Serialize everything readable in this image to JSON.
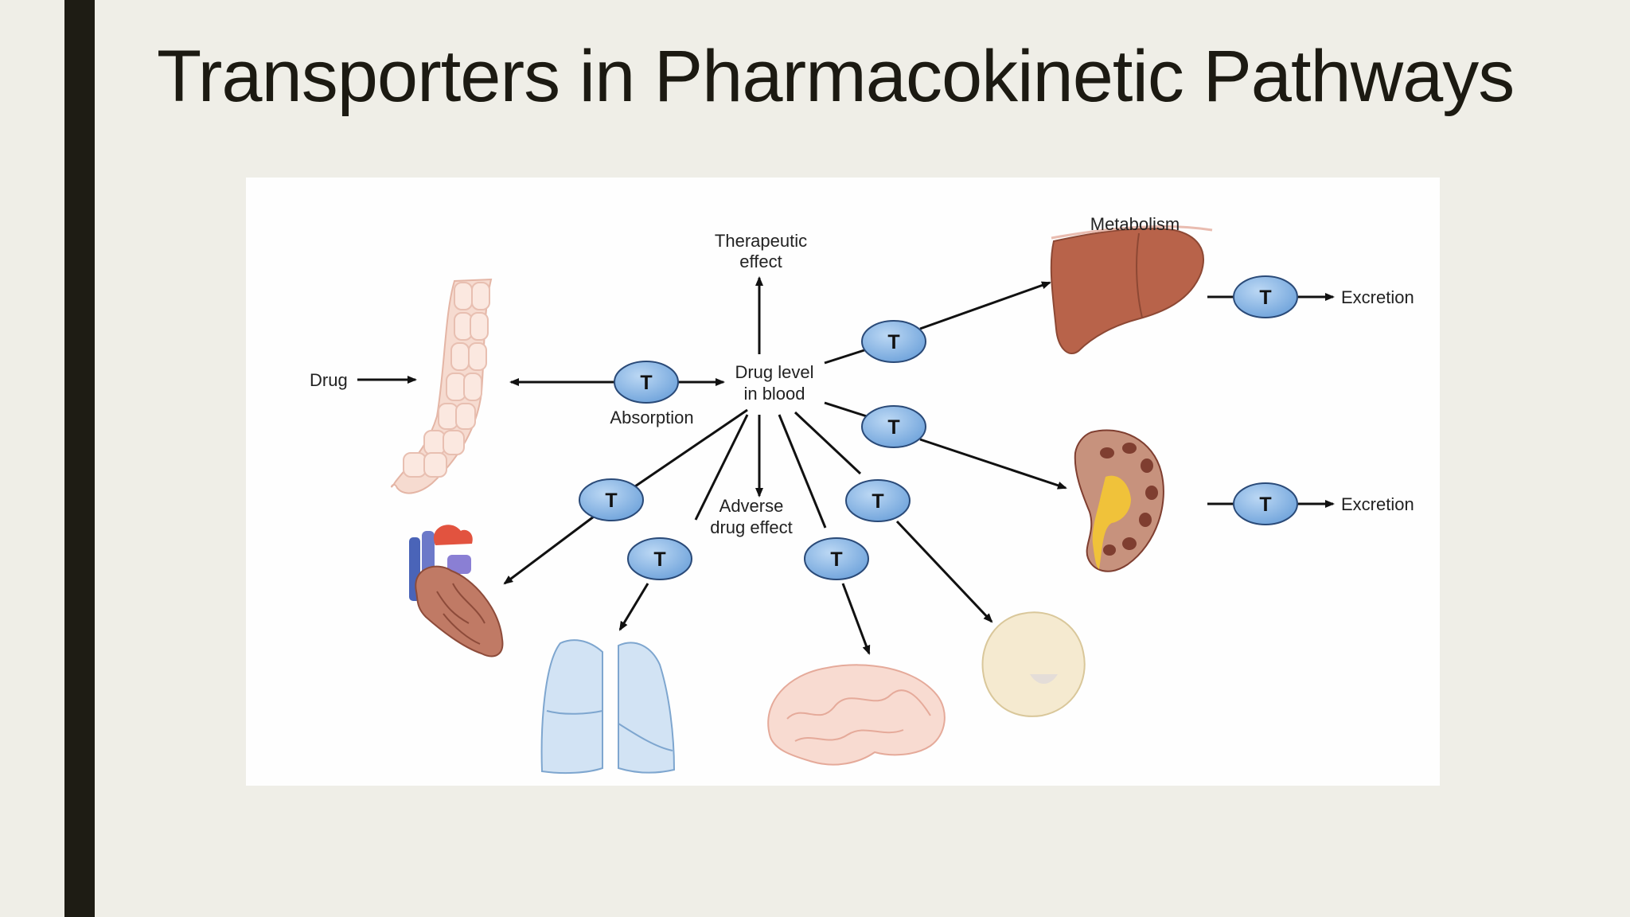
{
  "slide": {
    "title": "Transporters in Pharmacokinetic Pathways"
  },
  "diagram": {
    "center_line1": "Drug level",
    "center_line2": "in blood",
    "drug_label": "Drug",
    "absorption_label": "Absorption",
    "therapeutic_line1": "Therapeutic",
    "therapeutic_line2": "effect",
    "adverse_line1": "Adverse",
    "adverse_line2": "drug effect",
    "metabolism_label": "Metabolism",
    "excretion_liver_label": "Excretion",
    "excretion_kidney_label": "Excretion",
    "transporter_letter": "T",
    "organs": [
      "intestine-icon",
      "liver-icon",
      "kidney-icon",
      "heart-icon",
      "lungs-icon",
      "brain-icon",
      "tumor-icon"
    ],
    "colors": {
      "transporter_fill": "#7fb0e3",
      "liver": "#b25f45",
      "kidney": "#8f4a3a",
      "intestine": "#f3d0c3",
      "lungs": "#cfe0f2",
      "brain": "#f6d2c8",
      "tumor": "#f2e6c4"
    }
  }
}
